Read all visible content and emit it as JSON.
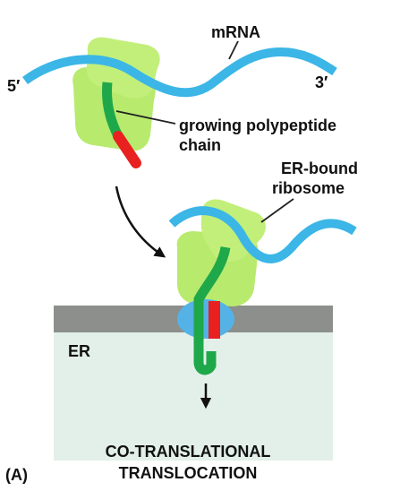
{
  "labels": {
    "mrna": "mRNA",
    "five_prime": "5′",
    "three_prime": "3′",
    "growing_line1": "growing polypeptide",
    "growing_line2": "chain",
    "er_bound_line1": "ER-bound",
    "er_bound_line2": "ribosome",
    "er": "ER",
    "caption_line1": "CO-TRANSLATIONAL",
    "caption_line2": "TRANSLOCATION",
    "panel": "(A)"
  },
  "colors": {
    "mrna": "#3bb6e6",
    "ribosome": "#b8ea6e",
    "polypeptide": "#1fa84a",
    "signal_sequence": "#e82020",
    "membrane": "#8c8f8c",
    "lumen": "#e3f0ea",
    "translocon": "#55b2e6",
    "leader_line": "#222222"
  }
}
